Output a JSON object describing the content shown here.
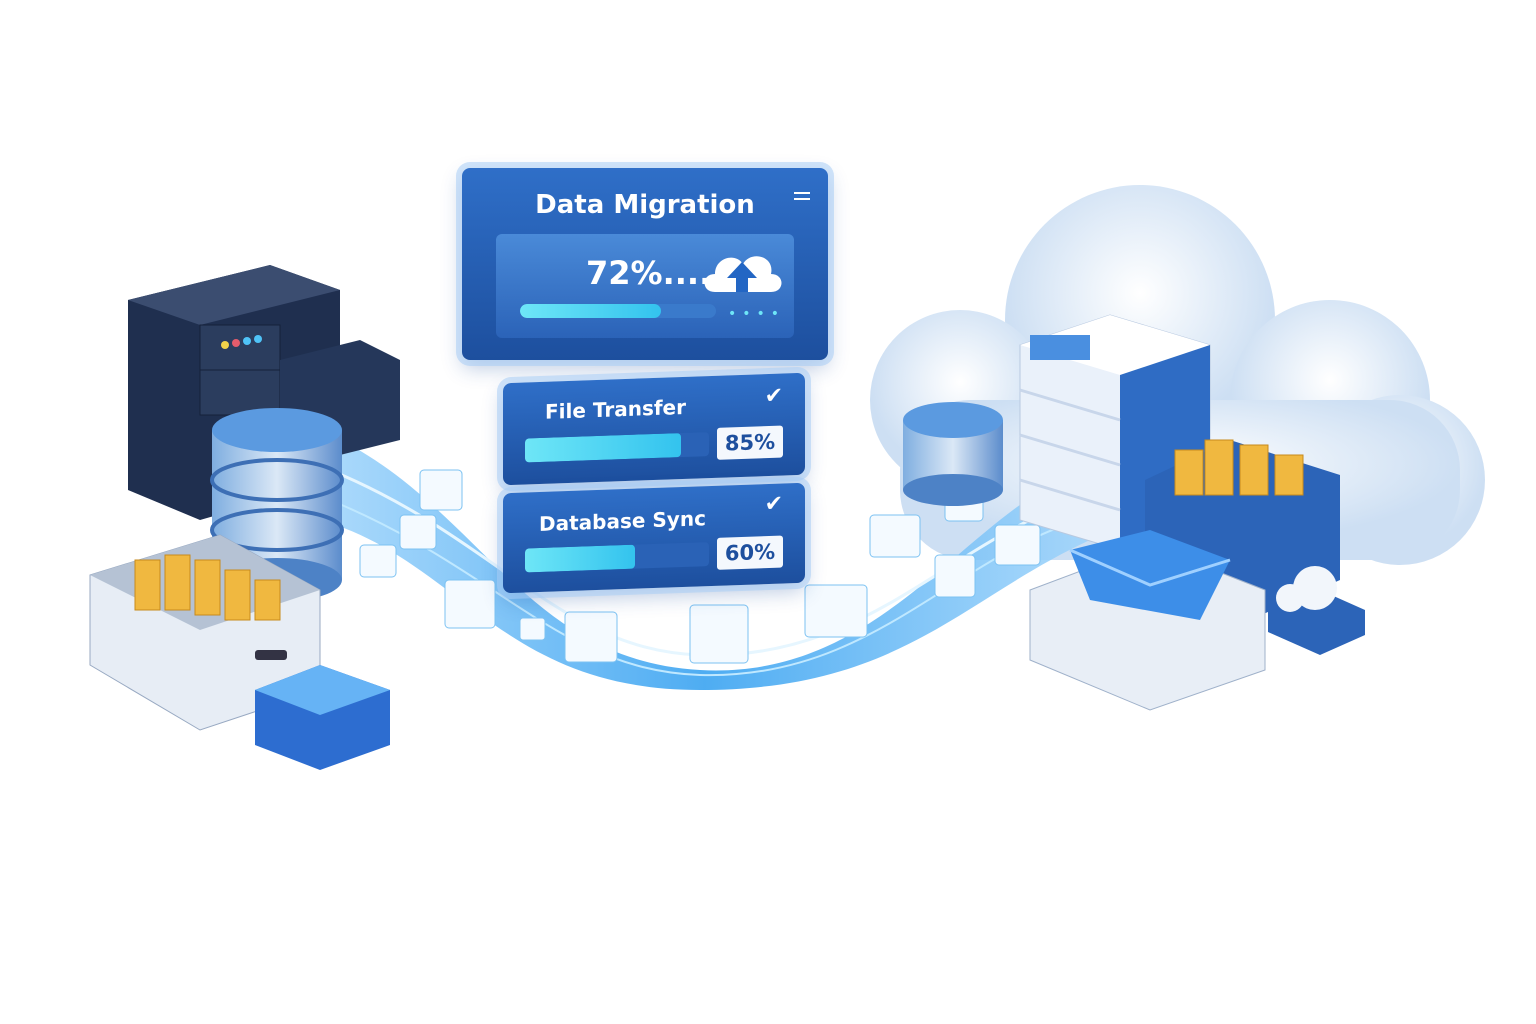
{
  "main_panel": {
    "title": "Data Migration",
    "percent_label": "72%....",
    "progress": 72,
    "icon": "cloud-upload-icon",
    "menu_icon": "menu-icon"
  },
  "tasks": [
    {
      "label": "File Transfer",
      "percent_label": "85%",
      "progress": 85,
      "status_icon": "check-icon"
    },
    {
      "label": "Database Sync",
      "percent_label": "60%",
      "progress": 60,
      "status_icon": "check-icon"
    }
  ],
  "colors": {
    "primary": "#1d4f9e",
    "accent": "#33c3ee",
    "folder": "#f0b840"
  }
}
